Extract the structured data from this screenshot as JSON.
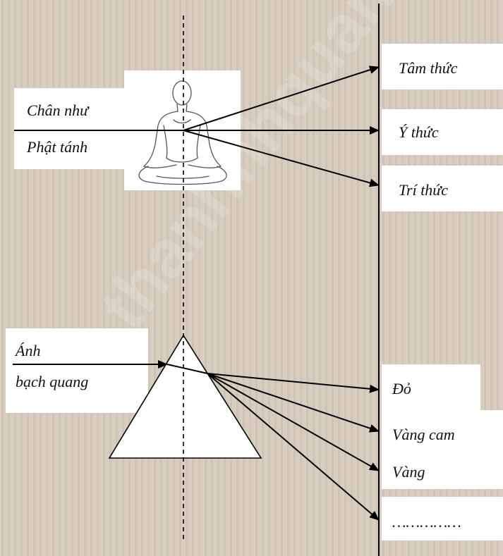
{
  "left_top": {
    "line1": "Chân như",
    "line2": "Phật tánh"
  },
  "right_top": {
    "items": [
      "Tâm thức",
      "Ý thức",
      "Trí thức"
    ]
  },
  "left_bottom": {
    "line1": "Ánh",
    "line2": "bạch quang"
  },
  "right_bottom": {
    "items": [
      "Đỏ",
      "Vàng cam",
      "Vàng",
      "……………"
    ]
  },
  "figure_icon": "meditating-person-icon",
  "prism_shape": "triangle-prism",
  "watermark": "thanhnhquan.vn",
  "colors": {
    "background": "#d6cbbd",
    "box": "#ffffff",
    "line": "#000000"
  }
}
